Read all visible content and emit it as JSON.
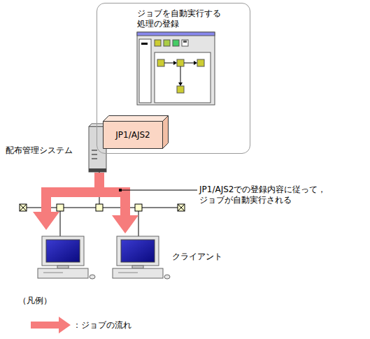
{
  "diagram": {
    "nodes": [
      {
        "text": [
          "ジョブを自動実行する 処理の登録"
        ]
      },
      {
        "text": [
          "JP1/AJS2"
        ],
        "in": 0
      }
    ],
    "labels": [
      "配布管理システム",
      "JP1/AJS2での登録内容に従って， ジョブが自動実行される",
      "クライアント",
      "（凡例）"
    ],
    "legend": [
      {
        "text": "：ジョブの流れ"
      }
    ]
  }
}
